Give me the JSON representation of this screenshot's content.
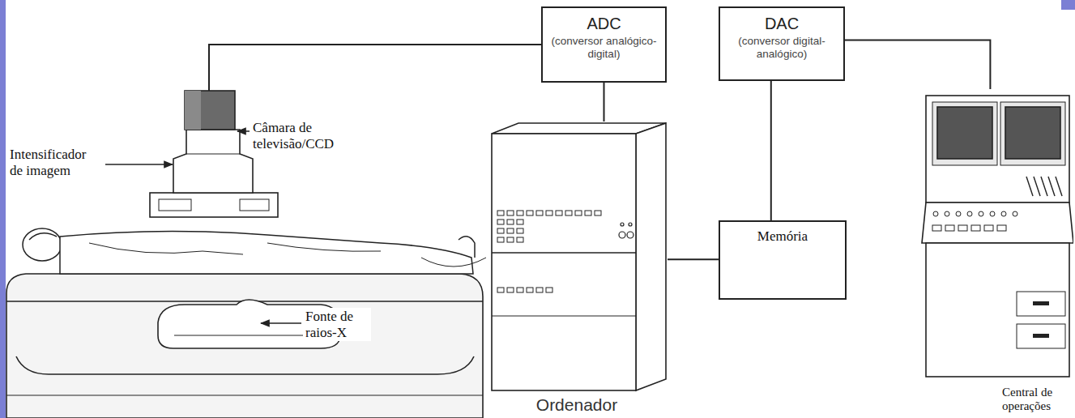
{
  "diagram": {
    "nodes": [
      {
        "text": [
          "ADC",
          "(conversor analógico-digital)"
        ]
      },
      {
        "text": [
          "DAC",
          "(conversor digital-analógico)"
        ]
      },
      {
        "text": [
          "Ordenador"
        ]
      },
      {
        "text": [
          "Memória"
        ]
      },
      {
        "text": [
          "Central de operações"
        ]
      }
    ],
    "edges": [
      {
        "from": 0,
        "to": 2,
        "arrow": "none"
      },
      {
        "from": 2,
        "to": 3,
        "arrow": "none"
      },
      {
        "from": 3,
        "to": 1,
        "arrow": "none"
      },
      {
        "from": 1,
        "to": 4,
        "arrow": "none"
      }
    ],
    "labels": [
      "Câmara de televisão/CCD",
      "Intensificador de imagem",
      "Fonte de raios-X"
    ]
  }
}
